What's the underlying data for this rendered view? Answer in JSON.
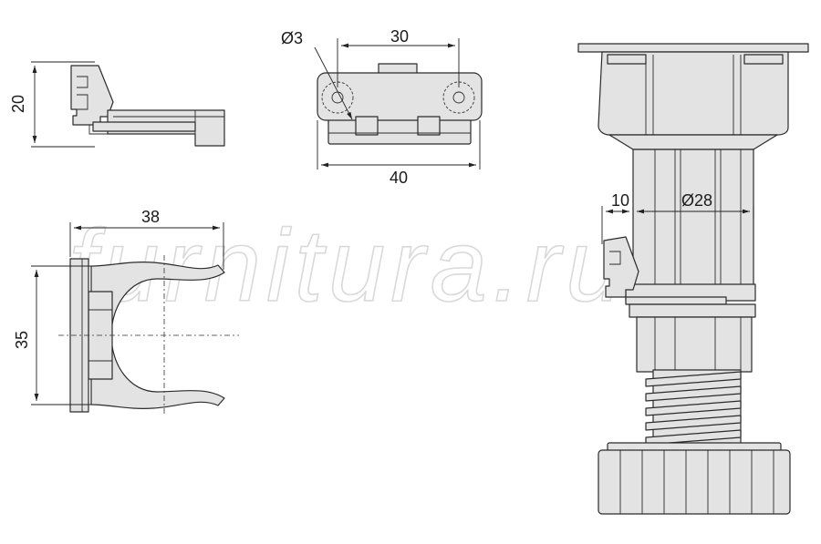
{
  "watermark": "furnitura.ru",
  "colors": {
    "part_fill": "#e3e3e3",
    "outline": "#2b2b2b",
    "watermark": "#d9d9d9"
  },
  "dimensions": {
    "bracket_side_height": "20",
    "bracket_top_hole_diameter": "Ø3",
    "bracket_top_hole_spacing": "30",
    "bracket_top_length": "40",
    "clip_width": "38",
    "clip_height": "35",
    "leg_offset": "10",
    "leg_diameter": "Ø28"
  }
}
